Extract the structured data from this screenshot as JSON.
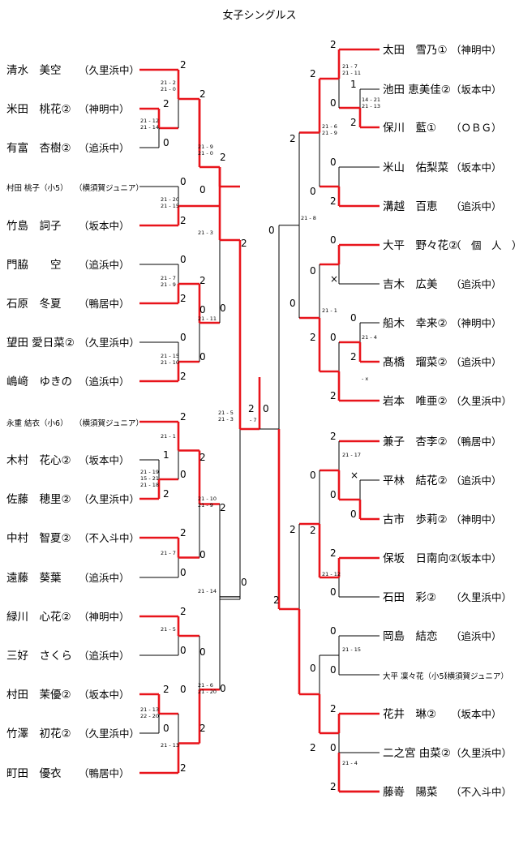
{
  "title": "女子シングルス",
  "left_players": [
    {
      "name": "清水　美空",
      "team": "（久里浜中）"
    },
    {
      "name": "米田　桃花②",
      "team": "（神明中）"
    },
    {
      "name": "有富　杏樹②",
      "team": "（追浜中）"
    },
    {
      "name": "村田 桃子（小5）",
      "team": "（横須賀ジュニア）"
    },
    {
      "name": "竹島　詞子",
      "team": "（坂本中）"
    },
    {
      "name": "門脇　　空",
      "team": "（追浜中）"
    },
    {
      "name": "石原　冬夏",
      "team": "（鴨居中）"
    },
    {
      "name": "望田 愛日菜②",
      "team": "（久里浜中）"
    },
    {
      "name": "嶋﨑　ゆきの",
      "team": "（追浜中）"
    },
    {
      "name": "永重 結衣（小6）",
      "team": "（横須賀ジュニア）"
    },
    {
      "name": "木村　花心②",
      "team": "（坂本中）"
    },
    {
      "name": "佐藤　穂里②",
      "team": "（久里浜中）"
    },
    {
      "name": "中村　智夏②",
      "team": "（不入斗中）"
    },
    {
      "name": "遠藤　葵葉",
      "team": "（追浜中）"
    },
    {
      "name": "緑川　心花②",
      "team": "（神明中）"
    },
    {
      "name": "三好　さくら",
      "team": "（追浜中）"
    },
    {
      "name": "村田　茉優②",
      "team": "（坂本中）"
    },
    {
      "name": "竹澤　初花②",
      "team": "（久里浜中）"
    },
    {
      "name": "町田　優衣",
      "team": "（鴨居中）"
    }
  ],
  "right_players": [
    {
      "name": "太田　雪乃①",
      "team": "（神明中）"
    },
    {
      "name": "池田 恵美佳②",
      "team": "（坂本中）"
    },
    {
      "name": "保川　藍①",
      "team": "（ＯＢＧ）"
    },
    {
      "name": "米山　佑梨菜",
      "team": "（坂本中）"
    },
    {
      "name": "溝越　百恵",
      "team": "（追浜中）"
    },
    {
      "name": "大平　野々花②",
      "team": "（　個　人　）"
    },
    {
      "name": "吉木　広美",
      "team": "（追浜中）"
    },
    {
      "name": "船木　幸来②",
      "team": "（神明中）"
    },
    {
      "name": "髙橋　瑠菜②",
      "team": "（追浜中）"
    },
    {
      "name": "岩本　唯亜②",
      "team": "（久里浜中）"
    },
    {
      "name": "兼子　杏李②",
      "team": "（鴨居中）"
    },
    {
      "name": "平林　結花②",
      "team": "（追浜中）"
    },
    {
      "name": "古市　歩莉②",
      "team": "（神明中）"
    },
    {
      "name": "保坂　日南向②",
      "team": "（坂本中）"
    },
    {
      "name": "石田　彩②",
      "team": "（久里浜中）"
    },
    {
      "name": "岡島　結恋",
      "team": "（追浜中）"
    },
    {
      "name": "大平 凜々花（小5）",
      "team": "（横須賀ジュニア）"
    },
    {
      "name": "花井　琳②",
      "team": "（坂本中）"
    },
    {
      "name": "二之宮 由菜②",
      "team": "（久里浜中）"
    },
    {
      "name": "藤嵜　陽菜",
      "team": "（不入斗中）"
    }
  ],
  "results": [
    "2",
    "0",
    "1",
    "×"
  ],
  "score_texts": [
    "21 - 2",
    "21 - 0",
    "21 - 12",
    "21 - 14",
    "21 - 9",
    "21 - 0",
    "21 - 20",
    "21 - 15",
    "21 - 3",
    "21 - 7",
    "21 - 9",
    "21 - 11",
    "21 - 15",
    "21 - 10",
    "21 - 5",
    "21 - 3",
    "21 - 1",
    "21 - 19",
    "15 - 21",
    "21 - 18",
    "21 - 10",
    "21 - 9",
    "21 - 7",
    "21 - 14",
    "21 - 5",
    "21 - 13",
    "22 - 20",
    "21 - 6",
    "21 - 20",
    "21 - 13",
    "21 - 7",
    "21 - 11",
    "14 - 21",
    "21 - 13",
    "21 - 6",
    "21 - 9",
    "21 - 8",
    "21 - 4",
    "- x",
    "21 - 1",
    "21 - 17",
    "21 - 12",
    "21 - 15",
    "21 - 4",
    "- 7"
  ]
}
